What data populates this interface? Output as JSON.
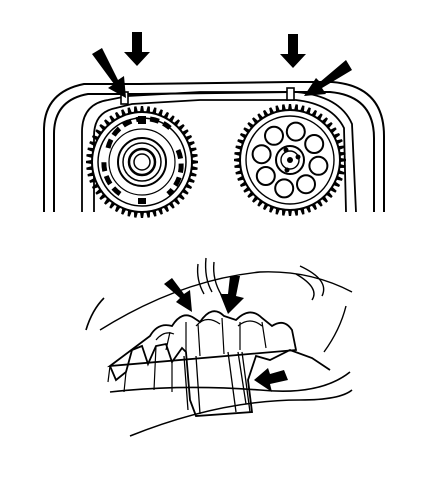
{
  "figure": {
    "kind": "technical-line-drawing",
    "panels": [
      {
        "id": "top",
        "subject": "camshaft-sprockets-timing-marks",
        "parts": [
          "timing-belt",
          "left-camshaft-sprocket",
          "right-camshaft-sprocket"
        ],
        "arrows": 4
      },
      {
        "id": "bottom",
        "subject": "belt-teeth-engaged-on-sprocket",
        "parts": [
          "belt-teeth",
          "sprocket-teeth"
        ],
        "arrows": 3
      }
    ],
    "colors": {
      "ink": "#000000",
      "paper": "#ffffff"
    }
  }
}
